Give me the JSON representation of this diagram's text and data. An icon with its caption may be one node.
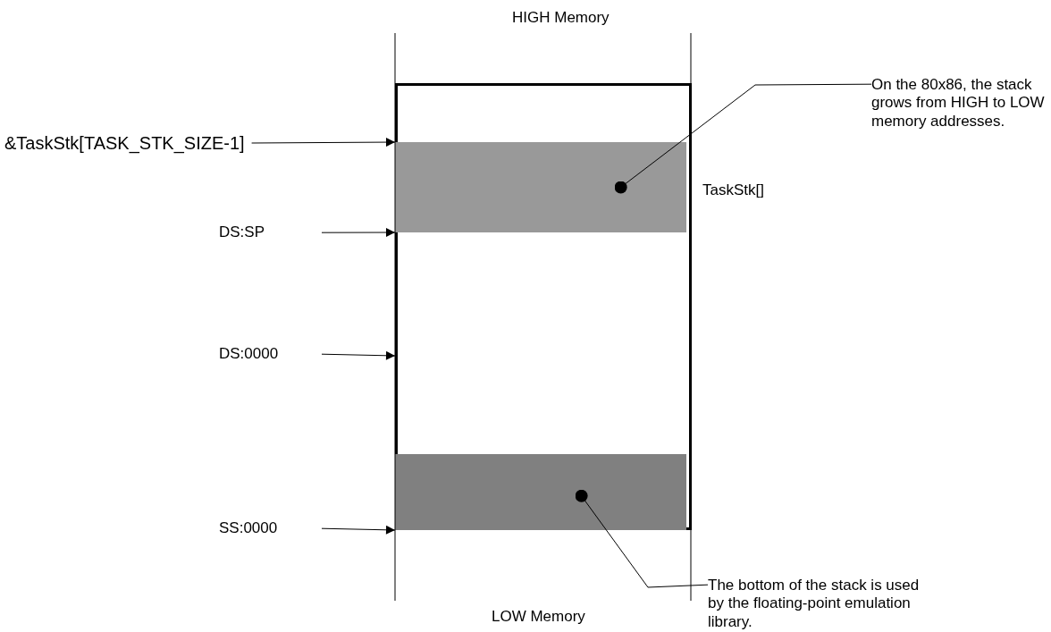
{
  "diagram": {
    "nodes": [
      {
        "text": [],
        "shape": "box"
      },
      {
        "text": [],
        "shape": "bar",
        "in": 0,
        "beside": [
          "TaskStk[]"
        ]
      },
      {
        "text": [],
        "shape": "bar",
        "in": 0
      },
      {
        "text": [
          "&TaskStk[TASK_STK_SIZE-1]"
        ]
      },
      {
        "text": [
          "DS:SP"
        ]
      },
      {
        "text": [
          "DS:0000"
        ]
      },
      {
        "text": [
          "SS:0000"
        ]
      },
      {
        "text": [
          "On the 80x86, the stack grows from HIGH to LOW memory addresses."
        ]
      },
      {
        "text": [
          "The bottom of the stack is used by the floating-point emulation library."
        ]
      }
    ],
    "edges": [
      {
        "from": 3,
        "to": 1,
        "arrow": "to"
      },
      {
        "from": 4,
        "to": 1,
        "arrow": "to"
      },
      {
        "from": 5,
        "to": 0,
        "arrow": "to"
      },
      {
        "from": 6,
        "to": 2,
        "arrow": "to"
      },
      {
        "from": 7,
        "to": 1,
        "arrow": "other"
      },
      {
        "from": 8,
        "to": 2,
        "arrow": "other"
      }
    ],
    "labels": [
      "HIGH Memory",
      "LOW Memory"
    ]
  }
}
